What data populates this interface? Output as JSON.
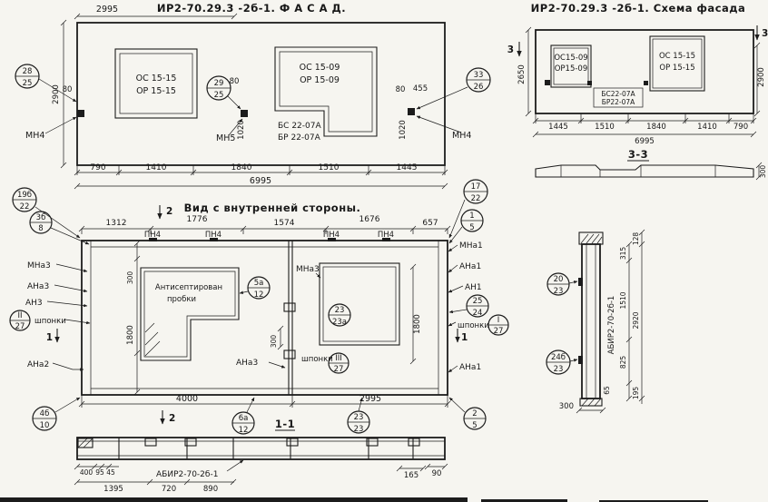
{
  "colors": {
    "paper": "#f6f5f0",
    "ink": "#1c1c1c"
  },
  "facade": {
    "title": "ИР2-70.29.3  -2б-1.  Ф А С А Д.",
    "dim_top": "2995",
    "dim_left": "2900",
    "win1_line1": "ОС 15-15",
    "win1_line2": "ОР 15-15",
    "win2_line1": "ОС 15-09",
    "win2_line2": "ОР 15-09",
    "beam1": "БС 22-07А",
    "beam2": "БР 22-07А",
    "mn_left": "МН4",
    "mn_mid": "МН5",
    "mn_right": "МН4",
    "c28_top": "28",
    "c28_bot": "25",
    "c29_top": "29",
    "c29_bot": "25",
    "c33_top": "33",
    "c33_bot": "26",
    "d80_left": "80",
    "d80_mid": "80",
    "d80_right": "80",
    "d455": "455",
    "d1020_mid": "1020",
    "d1020_right": "1020",
    "dims_bottom": [
      "790",
      "1410",
      "1840",
      "1510",
      "1445"
    ],
    "dim_total": "6995"
  },
  "scheme": {
    "title": "ИР2-70.29.3  -2б-1. Схема фасада",
    "dim_left": "2650",
    "dim_right": "2900",
    "sec_mark": "3",
    "win1_line1": "ОС15-09",
    "win1_line2": "ОР15-09",
    "win2_line1": "ОС 15-15",
    "win2_line2": "ОР 15-15",
    "beam1": "БС22-07А",
    "beam2": "БР22-07А",
    "dims_bottom": [
      "1445",
      "1510",
      "1840",
      "1410",
      "790"
    ],
    "dim_total": "6995",
    "section_title": "3-3",
    "dim_depth": "300"
  },
  "inner": {
    "title": "Вид с внутренней стороны.",
    "sec2": "2",
    "sec1": "1",
    "dims_top": [
      "1312",
      "1776",
      "1574",
      "1676",
      "657"
    ],
    "pn_labels": [
      "ПН4",
      "ПН4",
      "ПН4",
      "ПН4"
    ],
    "c19b_top": "19б",
    "c19b_bot": "22",
    "c3b_top": "3б",
    "c3b_bot": "8",
    "lbl_mna3": "МНа3",
    "lbl_ana3": "АНа3",
    "lbl_an3": "АН3",
    "lbl_ana2": "АНа2",
    "cII_top": "II",
    "cII_bot": "27",
    "shponki_left": "шпонки",
    "shponki_mid": "шпонки",
    "shponki_right": "шпонки",
    "anti1": "Антисептирован",
    "anti2": "пробки",
    "c5a_top": "5а",
    "c5a_bot": "12",
    "mna3_inner": "МНа3",
    "c23a_top": "23",
    "c23a_bot": "23а",
    "ana3_inner": "АНа3",
    "cIII_top": "III",
    "cIII_bot": "27",
    "c17_top": "17",
    "c17_bot": "22",
    "c1_top": "1",
    "c1_bot": "5",
    "lbl_mna1": "МНа1",
    "lbl_ana1a": "АНа1",
    "lbl_an1": "АН1",
    "lbl_ana1b": "АНа1",
    "c25_top": "25",
    "c25_bot": "24",
    "cI_top": "I",
    "cI_bot": "27",
    "d300_top": "300",
    "d300_mid": "300",
    "d1800_left": "1800",
    "d1800_right": "1800",
    "dim_4000": "4000",
    "dim_2995": "2995",
    "c4b_top": "4б",
    "c4b_bot": "10",
    "c6a_top": "6а",
    "c6a_bot": "12",
    "c23_top": "23",
    "c23_bot": "23",
    "c2_top": "2",
    "c2_bot": "5",
    "section_label": "1-1"
  },
  "strip": {
    "label": "АБИР2-70-2б-1",
    "d400": "400",
    "d95": "95",
    "d45": "45",
    "d1395": "1395",
    "d720": "720",
    "d890": "890",
    "d165": "165",
    "d90": "90"
  },
  "side": {
    "c20_top": "20",
    "c20_bot": "23",
    "c24b_top": "24б",
    "c24b_bot": "23",
    "label": "АБИР2-70-2б-1",
    "d128": "128",
    "d315": "315",
    "d1510": "1510",
    "d2920": "2920",
    "d825": "825",
    "d65": "65",
    "d195": "195",
    "d300": "300"
  }
}
